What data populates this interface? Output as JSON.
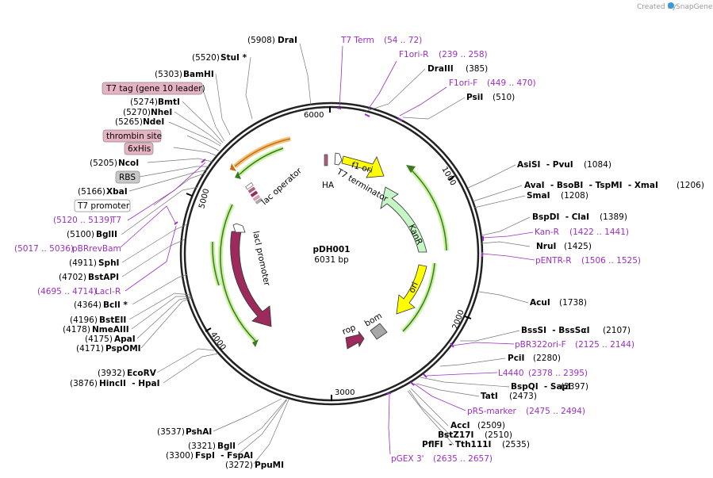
{
  "credit": {
    "prefix": "Created by",
    "brand": "SnapGene"
  },
  "plasmid": {
    "name": "pDH001",
    "size": "6031 bp"
  },
  "ticks": [
    "1000",
    "2000",
    "3000",
    "4000",
    "5000",
    "6000"
  ],
  "sites_right": [
    {
      "name": "DraI",
      "pos": "(5908)"
    },
    {
      "name": "DraIII",
      "pos": "(385)"
    },
    {
      "name": "PsiI",
      "pos": "(510)"
    },
    {
      "name": "AsiSI  - PvuI",
      "pos": "(1084)"
    },
    {
      "name": "AvaI  - BsoBI  - TspMI  - XmaI",
      "pos": "(1206)"
    },
    {
      "name": "SmaI",
      "pos": "(1208)"
    },
    {
      "name": "BspDI  - ClaI",
      "pos": "(1389)"
    },
    {
      "name": "NruI",
      "pos": "(1425)"
    },
    {
      "name": "AcuI",
      "pos": "(1738)"
    },
    {
      "name": "BssSI  - BssSαI",
      "pos": "(2107)"
    },
    {
      "name": "PciI",
      "pos": "(2280)"
    },
    {
      "name": "BspQI  - SapI",
      "pos": "(2397)"
    },
    {
      "name": "TatI",
      "pos": "(2473)"
    },
    {
      "name": "AccI",
      "pos": "(2509)"
    },
    {
      "name": "BstZ17I",
      "pos": "(2510)"
    },
    {
      "name": "PflFI  - Tth111I",
      "pos": "(2535)"
    },
    {
      "name": "PshAI",
      "pos": "(3537)"
    },
    {
      "name": "BglI",
      "pos": "(3321)"
    },
    {
      "name": "FspI  - FspAI",
      "pos": "(3300)"
    },
    {
      "name": "PpuMI",
      "pos": "(3272)"
    }
  ],
  "sites_left": [
    {
      "name": "StuI *",
      "pos": "(5520)"
    },
    {
      "name": "BamHI",
      "pos": "(5303)"
    },
    {
      "name": "BmtI",
      "pos": "(5274)"
    },
    {
      "name": "NheI",
      "pos": "(5270)"
    },
    {
      "name": "NdeI",
      "pos": "(5265)"
    },
    {
      "name": "NcoI",
      "pos": "(5205)"
    },
    {
      "name": "XbaI",
      "pos": "(5166)"
    },
    {
      "name": "BglII",
      "pos": "(5100)"
    },
    {
      "name": "SphI",
      "pos": "(4911)"
    },
    {
      "name": "BstAPI",
      "pos": "(4702)"
    },
    {
      "name": "BclI *",
      "pos": "(4364)"
    },
    {
      "name": "BstEII",
      "pos": "(4196)"
    },
    {
      "name": "NmeAIII",
      "pos": "(4178)"
    },
    {
      "name": "ApaI",
      "pos": "(4175)"
    },
    {
      "name": "PspOMI",
      "pos": "(4171)"
    },
    {
      "name": "EcoRV",
      "pos": "(3932)"
    },
    {
      "name": "HincII  - HpaI",
      "pos": "(3876)"
    }
  ],
  "primers": [
    {
      "name": "T7 Term",
      "range": "(54 .. 72)"
    },
    {
      "name": "F1ori-R",
      "range": "(239 .. 258)"
    },
    {
      "name": "F1ori-F",
      "range": "(449 .. 470)"
    },
    {
      "name": "Kan-R",
      "range": "(1422 .. 1441)"
    },
    {
      "name": "pENTR-R",
      "range": "(1506 .. 1525)"
    },
    {
      "name": "pBR322ori-F",
      "range": "(2125 .. 2144)"
    },
    {
      "name": "L4440",
      "range": "(2378 .. 2395)"
    },
    {
      "name": "pRS-marker",
      "range": "(2475 .. 2494)"
    },
    {
      "name": "pGEX 3'",
      "range": "(2635 .. 2657)"
    },
    {
      "name": "T7",
      "range": "(5120 .. 5139)"
    },
    {
      "name": "pBRrevBam",
      "range": "(5017 .. 5036)"
    },
    {
      "name": "LacI-R",
      "range": "(4695 .. 4714)"
    }
  ],
  "boxed_features": [
    {
      "name": "T7 tag (gene 10 leader)",
      "kind": "pink"
    },
    {
      "name": "thrombin site",
      "kind": "pink"
    },
    {
      "name": "6xHis",
      "kind": "pink"
    },
    {
      "name": "RBS",
      "kind": "gray"
    },
    {
      "name": "T7 promoter",
      "kind": "white"
    }
  ],
  "features": [
    {
      "name": "f1 ori",
      "color": "#ffff00"
    },
    {
      "name": "KanR",
      "color": "#c6f5c6"
    },
    {
      "name": "ori",
      "color": "#ffff00"
    },
    {
      "name": "lacI",
      "color": "#9c2a5c"
    },
    {
      "name": "lacI promoter",
      "color": "#ffffff"
    },
    {
      "name": "rop",
      "color": "#9c2a5c"
    },
    {
      "name": "bom",
      "color": "#a8a8a8"
    },
    {
      "name": "T7 terminator",
      "color": "#ffffff"
    },
    {
      "name": "HA",
      "color": "#b06080"
    },
    {
      "name": "lac operator",
      "color": "#ffffff"
    }
  ]
}
